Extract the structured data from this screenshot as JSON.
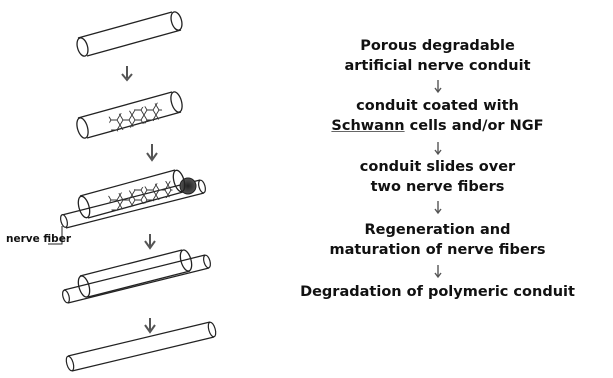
{
  "steps": [
    {
      "line1": "Porous degradable",
      "line2": "artificial nerve conduit"
    },
    {
      "line1": "conduit coated with",
      "line2_a": "Schwann",
      "line2_b": " cells and/or NGF"
    },
    {
      "line1": "conduit slides over",
      "line2": "two nerve fibers"
    },
    {
      "line1": "Regeneration and",
      "line2": "maturation of nerve fibers"
    },
    {
      "line1": "Degradation of polymeric conduit"
    }
  ],
  "label": {
    "nerve_fiber": "nerve fiber"
  },
  "colors": {
    "ink": "#111111",
    "arrow": "#555555",
    "mesh": "#333333"
  }
}
